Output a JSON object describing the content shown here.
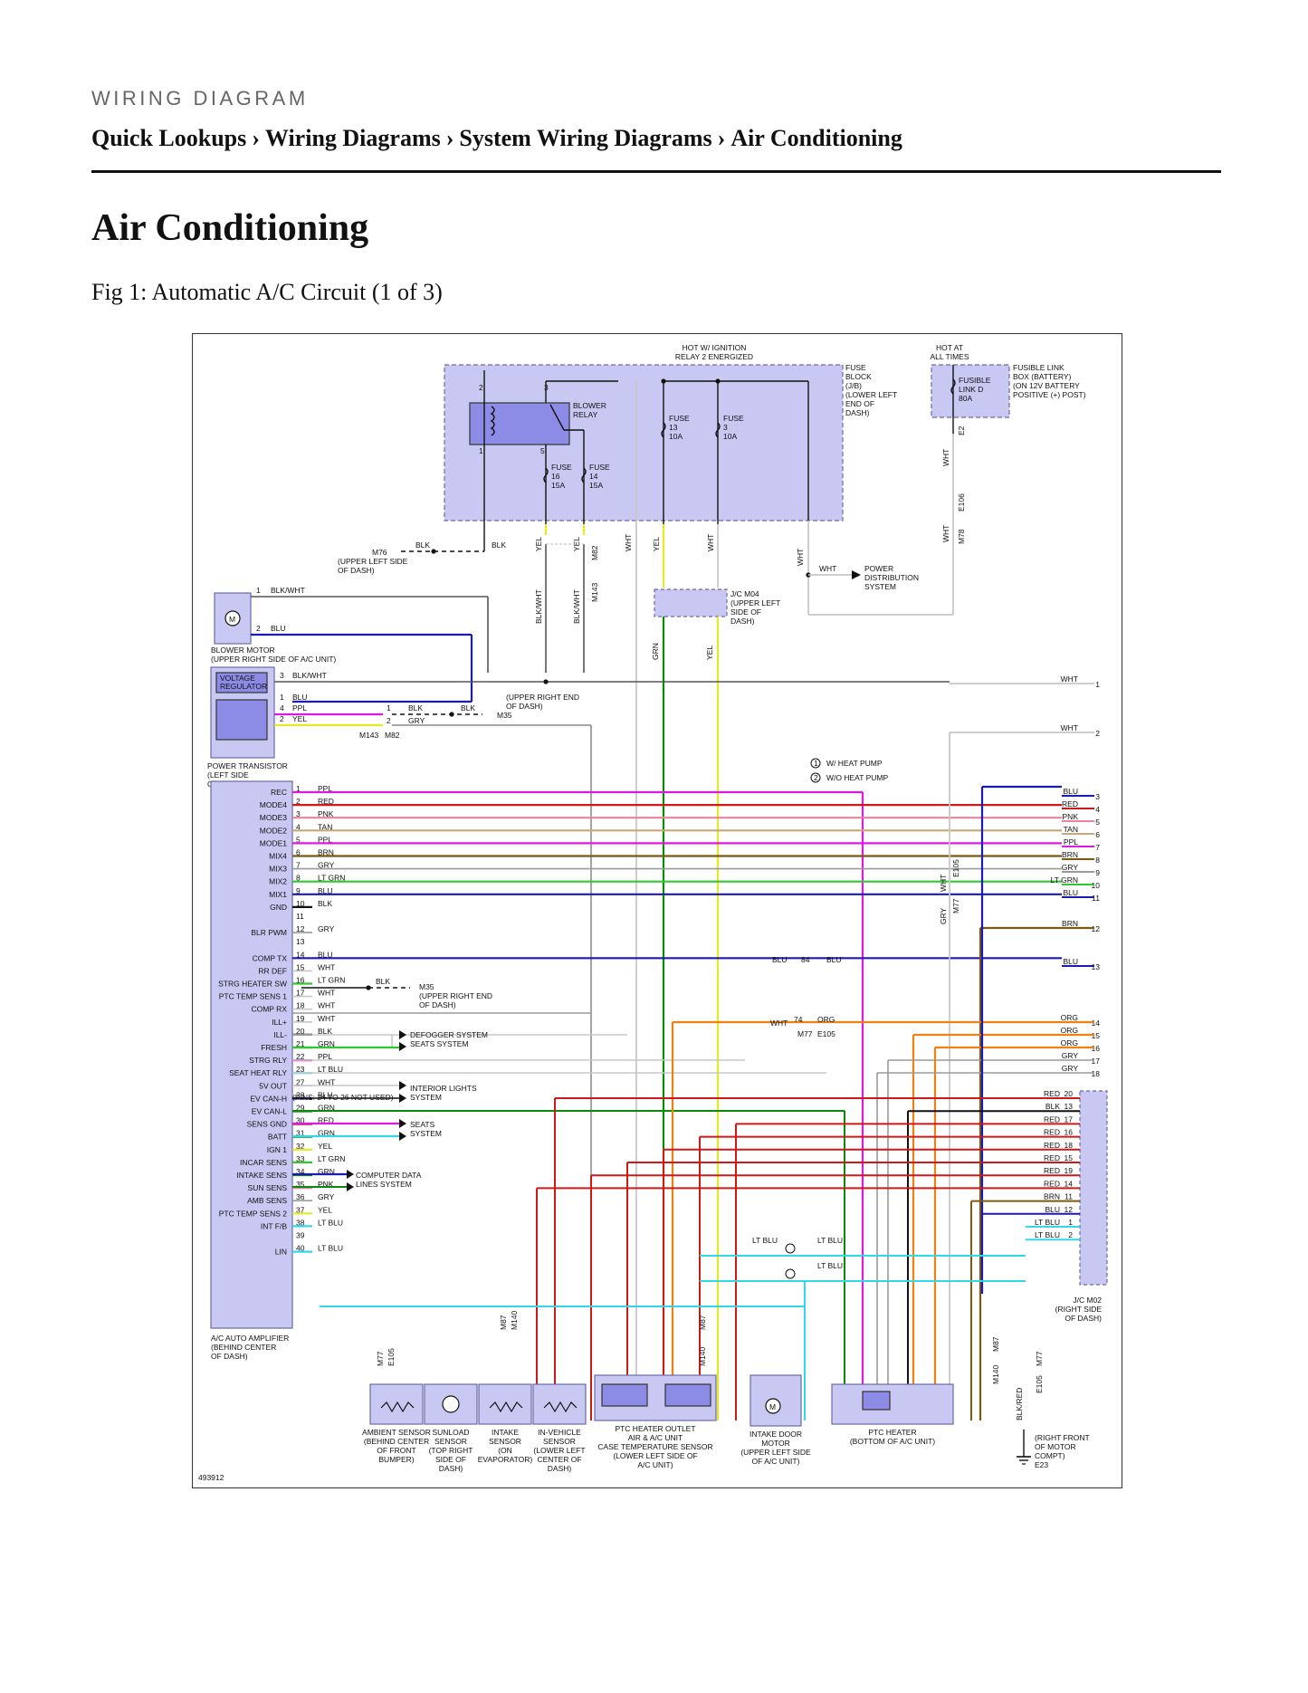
{
  "header": {
    "kicker": "WIRING DIAGRAM",
    "breadcrumbs": [
      "Quick Lookups",
      "Wiring Diagrams",
      "System Wiring Diagrams",
      "Air Conditioning"
    ],
    "separator": "›"
  },
  "page_title": "Air Conditioning",
  "figure_caption": "Fig 1: Automatic A/C Circuit (1 of 3)",
  "diagram": {
    "figure_id": "493912",
    "colors": {
      "component_fill": "#c8c8f2",
      "component_stroke": "#6a6aa8",
      "relay_fill": "#8c8ce6",
      "BLU": "#1a1ab4",
      "RED": "#d01818",
      "PNK": "#e8849c",
      "TAN": "#c8a878",
      "PPL": "#e018e0",
      "BRN": "#7a5a10",
      "GRY": "#9a9a9a",
      "LT_GRN": "#30c830",
      "GRN": "#0a8a0a",
      "YEL": "#e8e820",
      "WHT": "#c8c8c8",
      "BLK": "#111111",
      "LT_BLU": "#30d8e8",
      "ORG": "#f08010",
      "BLK_WHT": "#555555"
    },
    "top_labels": {
      "hot_ignition": [
        "HOT W/ IGNITION",
        "RELAY 2 ENERGIZED"
      ],
      "hot_all_times": [
        "HOT AT",
        "ALL TIMES"
      ],
      "fuse_block": [
        "FUSE",
        "BLOCK",
        "(J/B)",
        "(LOWER LEFT",
        "END OF",
        "DASH)"
      ],
      "fusible_link_box": [
        "FUSIBLE LINK",
        "BOX (BATTERY)",
        "(ON 12V BATTERY",
        "POSITIVE (+) POST)"
      ],
      "fusible_link": [
        "FUSIBLE",
        "LINK D",
        "80A"
      ],
      "blower_relay": [
        "BLOWER",
        "RELAY"
      ],
      "fuse13": [
        "FUSE",
        "13",
        "10A"
      ],
      "fuse3": [
        "FUSE",
        "3",
        "10A"
      ],
      "fuse16": [
        "FUSE",
        "16",
        "15A"
      ],
      "fuse14": [
        "FUSE",
        "14",
        "15A"
      ],
      "relay_pins": [
        "2",
        "3",
        "1",
        "5"
      ]
    },
    "mid_labels": {
      "m76": [
        "M76",
        "(UPPER LEFT SIDE",
        "OF DASH)"
      ],
      "blower_motor": [
        "BLOWER MOTOR",
        "(UPPER RIGHT SIDE OF A/C UNIT)"
      ],
      "voltage_regulator": [
        "VOLTAGE",
        "REGULATOR"
      ],
      "power_transistor": [
        "POWER TRANSISTOR",
        "(LEFT SIDE",
        "OF HVAC UNIT)"
      ],
      "jc_m04": [
        "J/C M04",
        "(UPPER LEFT",
        "SIDE OF",
        "DASH)"
      ],
      "power_distribution": [
        "POWER",
        "DISTRIBUTION",
        "SYSTEM"
      ],
      "m35_top": [
        "(UPPER RIGHT END",
        "OF DASH)",
        "M35"
      ],
      "m35_bottom": [
        "M35",
        "(UPPER RIGHT END",
        "OF DASH)"
      ],
      "legend_heat_pump": [
        "W/ HEAT PUMP",
        "W/O HEAT PUMP"
      ],
      "connectors": [
        "M143",
        "M82",
        "E2",
        "E106",
        "M78",
        "M77",
        "E105",
        "M87",
        "M140"
      ]
    },
    "amplifier": {
      "name": [
        "A/C AUTO AMPLIFIER",
        "(BEHIND CENTER",
        "OF DASH)"
      ],
      "pins": [
        {
          "label": "REC",
          "pin": "1",
          "wire": "PPL"
        },
        {
          "label": "MODE4",
          "pin": "2",
          "wire": "RED"
        },
        {
          "label": "MODE3",
          "pin": "3",
          "wire": "PNK"
        },
        {
          "label": "MODE2",
          "pin": "4",
          "wire": "TAN"
        },
        {
          "label": "MODE1",
          "pin": "5",
          "wire": "PPL"
        },
        {
          "label": "MIX4",
          "pin": "6",
          "wire": "BRN"
        },
        {
          "label": "MIX3",
          "pin": "7",
          "wire": "GRY"
        },
        {
          "label": "MIX2",
          "pin": "8",
          "wire": "LT GRN"
        },
        {
          "label": "MIX1",
          "pin": "9",
          "wire": "BLU"
        },
        {
          "label": "GND",
          "pin": "10",
          "wire": "BLK"
        },
        {
          "label": "",
          "pin": "11",
          "wire": ""
        },
        {
          "label": "BLR PWM",
          "pin": "12",
          "wire": "GRY"
        },
        {
          "label": "",
          "pin": "13",
          "wire": ""
        },
        {
          "label": "COMP TX",
          "pin": "14",
          "wire": "BLU"
        },
        {
          "label": "RR DEF",
          "pin": "15",
          "wire": "WHT"
        },
        {
          "label": "STRG HEATER SW",
          "pin": "16",
          "wire": "LT GRN"
        },
        {
          "label": "PTC TEMP SENS 1",
          "pin": "17",
          "wire": "WHT"
        },
        {
          "label": "COMP RX",
          "pin": "18",
          "wire": "WHT"
        },
        {
          "label": "ILL+",
          "pin": "19",
          "wire": "WHT"
        },
        {
          "label": "ILL-",
          "pin": "20",
          "wire": "BLK"
        },
        {
          "label": "FRESH",
          "pin": "21",
          "wire": "GRN"
        },
        {
          "label": "STRG RLY",
          "pin": "22",
          "wire": "PPL"
        },
        {
          "label": "SEAT HEAT RLY",
          "pin": "23",
          "wire": "LT BLU"
        },
        {
          "label": "5V OUT",
          "pin": "27",
          "wire": "WHT"
        },
        {
          "label": "EV CAN-H",
          "pin": "28",
          "wire": "BLU"
        },
        {
          "label": "EV CAN-L",
          "pin": "29",
          "wire": "GRN"
        },
        {
          "label": "SENS GND",
          "pin": "30",
          "wire": "RED"
        },
        {
          "label": "BATT",
          "pin": "31",
          "wire": "GRN"
        },
        {
          "label": "IGN 1",
          "pin": "32",
          "wire": "YEL"
        },
        {
          "label": "INCAR SENS",
          "pin": "33",
          "wire": "LT GRN"
        },
        {
          "label": "INTAKE SENS",
          "pin": "34",
          "wire": "GRN"
        },
        {
          "label": "SUN SENS",
          "pin": "35",
          "wire": "PNK"
        },
        {
          "label": "AMB SENS",
          "pin": "36",
          "wire": "GRY"
        },
        {
          "label": "PTC TEMP SENS 2",
          "pin": "37",
          "wire": "YEL"
        },
        {
          "label": "INT F/B",
          "pin": "38",
          "wire": "LT BLU"
        },
        {
          "label": "",
          "pin": "39",
          "wire": ""
        },
        {
          "label": "LIN",
          "pin": "40",
          "wire": "LT BLU"
        }
      ],
      "pins_note": "(PINS: 24 TO 26 NOT USED)",
      "side_systems": {
        "defogger": [
          "DEFOGGER SYSTEM",
          "SEATS SYSTEM"
        ],
        "interior_lights": [
          "INTERIOR LIGHTS",
          "SYSTEM"
        ],
        "seats": [
          "SEATS",
          "SYSTEM"
        ],
        "computer_data": [
          "COMPUTER DATA",
          "LINES SYSTEM"
        ]
      }
    },
    "right_side_pins": [
      {
        "wire": "WHT",
        "pin": "1"
      },
      {
        "wire": "WHT",
        "pin": "2"
      },
      {
        "wire": "BLU",
        "pin": "3"
      },
      {
        "wire": "RED",
        "pin": "4"
      },
      {
        "wire": "PNK",
        "pin": "5"
      },
      {
        "wire": "TAN",
        "pin": "6"
      },
      {
        "wire": "PPL",
        "pin": "7"
      },
      {
        "wire": "BRN",
        "pin": "8"
      },
      {
        "wire": "GRY",
        "pin": "9"
      },
      {
        "wire": "LT GRN",
        "pin": "10"
      },
      {
        "wire": "BLU",
        "pin": "11"
      },
      {
        "wire": "BRN",
        "pin": "12"
      },
      {
        "wire": "BLU",
        "pin": "13"
      },
      {
        "wire": "ORG",
        "pin": "14"
      },
      {
        "wire": "ORG",
        "pin": "15"
      },
      {
        "wire": "ORG",
        "pin": "16"
      },
      {
        "wire": "GRY",
        "pin": "17"
      },
      {
        "wire": "GRY",
        "pin": "18"
      }
    ],
    "jc_m02": {
      "name": [
        "J/C M02",
        "(RIGHT SIDE",
        "OF DASH)"
      ],
      "pins": [
        {
          "wire": "RED",
          "pin": "20"
        },
        {
          "wire": "BLK",
          "pin": "13"
        },
        {
          "wire": "RED",
          "pin": "17"
        },
        {
          "wire": "RED",
          "pin": "16"
        },
        {
          "wire": "RED",
          "pin": "18"
        },
        {
          "wire": "RED",
          "pin": "15"
        },
        {
          "wire": "RED",
          "pin": "19"
        },
        {
          "wire": "RED",
          "pin": "14"
        },
        {
          "wire": "BRN",
          "pin": "11"
        },
        {
          "wire": "BLU",
          "pin": "12"
        },
        {
          "wire": "LT BLU",
          "pin": "1"
        },
        {
          "wire": "LT BLU",
          "pin": "2"
        }
      ]
    },
    "bottom_components": [
      {
        "key": "ambient",
        "lines": [
          "AMBIENT SENSOR",
          "(BEHIND CENTER",
          "OF FRONT",
          "BUMPER)"
        ]
      },
      {
        "key": "sunload",
        "lines": [
          "SUNLOAD",
          "SENSOR",
          "(TOP RIGHT",
          "SIDE OF",
          "DASH)"
        ]
      },
      {
        "key": "intake",
        "lines": [
          "INTAKE",
          "SENSOR",
          "(ON",
          "EVAPORATOR)"
        ]
      },
      {
        "key": "invehicle",
        "lines": [
          "IN-VEHICLE",
          "SENSOR",
          "(LOWER LEFT",
          "CENTER OF",
          "DASH)"
        ]
      },
      {
        "key": "ptc_outlet",
        "lines": [
          "PTC HEATER OUTLET",
          "AIR & A/C UNIT",
          "CASE TEMPERATURE SENSOR",
          "(LOWER LEFT SIDE OF",
          "A/C UNIT)"
        ]
      },
      {
        "key": "intake_door",
        "lines": [
          "INTAKE DOOR",
          "MOTOR",
          "(UPPER LEFT SIDE",
          "OF A/C UNIT)"
        ]
      },
      {
        "key": "ptc_heater",
        "lines": [
          "PTC HEATER",
          "(BOTTOM OF A/C UNIT)"
        ]
      },
      {
        "key": "ground",
        "lines": [
          "(RIGHT FRONT",
          "OF MOTOR",
          "COMPT)",
          "E23"
        ]
      }
    ]
  }
}
